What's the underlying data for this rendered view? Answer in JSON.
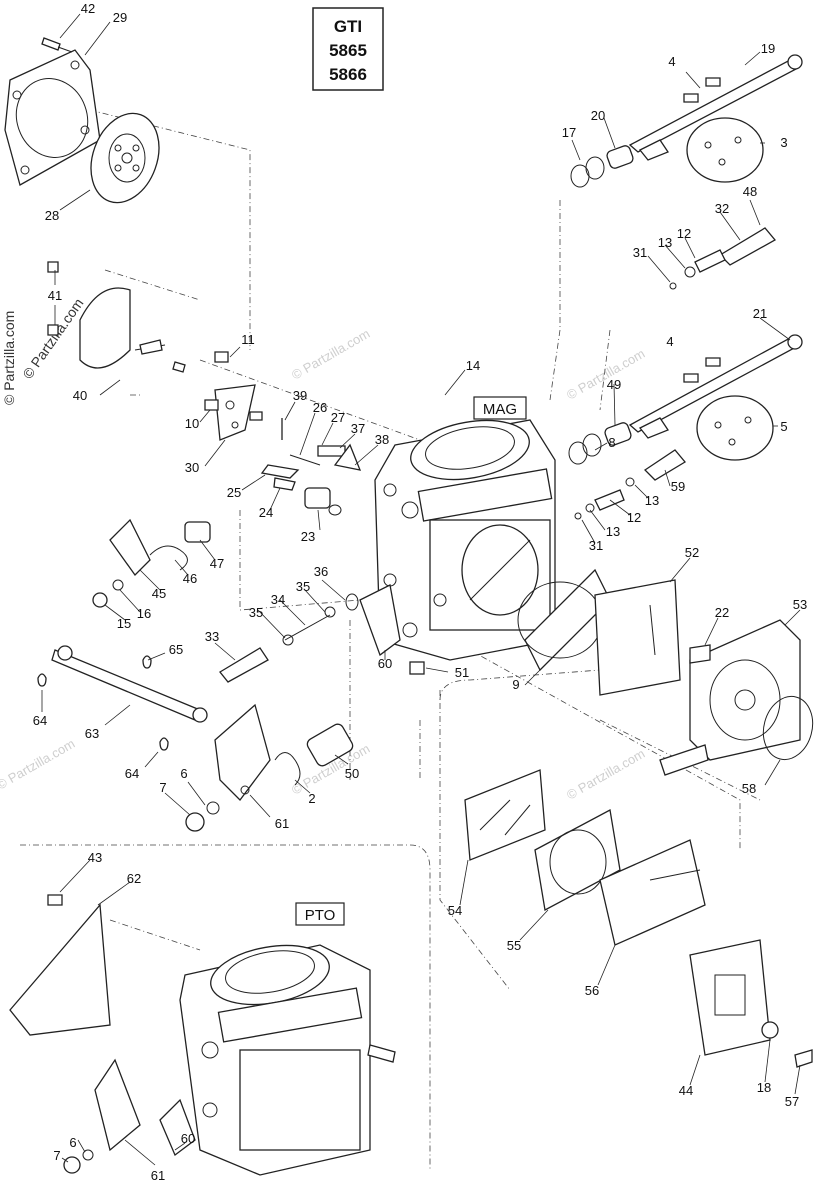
{
  "model_box": {
    "line1": "GTI",
    "line2": "5865",
    "line3": "5866"
  },
  "section_labels": {
    "mag": "MAG",
    "pto": "PTO"
  },
  "watermark": {
    "text": "© Partzilla.com"
  },
  "callouts": [
    "42",
    "29",
    "28",
    "41",
    "40",
    "11",
    "10",
    "30",
    "39",
    "26",
    "27",
    "37",
    "38",
    "25",
    "24",
    "23",
    "14",
    "19",
    "4",
    "20",
    "17",
    "3",
    "48",
    "32",
    "12",
    "13",
    "31",
    "21",
    "4",
    "49",
    "5",
    "8",
    "59",
    "13",
    "12",
    "13",
    "31",
    "47",
    "46",
    "45",
    "16",
    "15",
    "36",
    "35",
    "34",
    "35",
    "33",
    "65",
    "64",
    "63",
    "64",
    "6",
    "7",
    "61",
    "2",
    "50",
    "60",
    "51",
    "52",
    "22",
    "53",
    "9",
    "58",
    "54",
    "55",
    "56",
    "44",
    "18",
    "57",
    "43",
    "62",
    "6",
    "7",
    "61",
    "60"
  ],
  "colors": {
    "ink": "#222222",
    "watermark": "#cfcfcf"
  }
}
